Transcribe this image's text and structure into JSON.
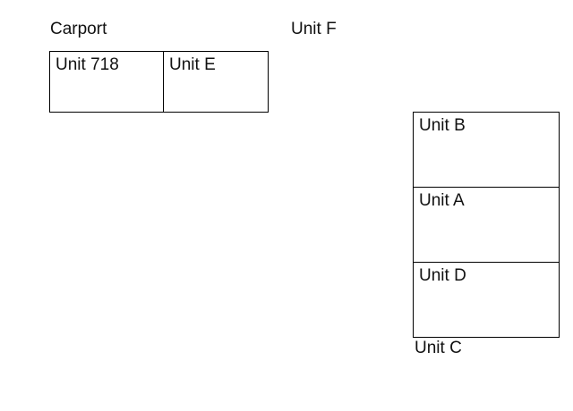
{
  "labels": {
    "carport": "Carport",
    "unit_f": "Unit F",
    "unit_c": "Unit C"
  },
  "units": {
    "unit_718": "Unit 718",
    "unit_e": "Unit E",
    "unit_b": "Unit B",
    "unit_a": "Unit A",
    "unit_d": "Unit D"
  }
}
